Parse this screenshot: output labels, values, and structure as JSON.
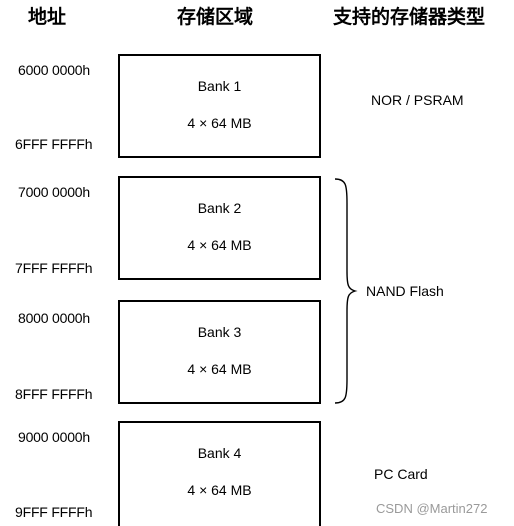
{
  "headers": {
    "address": "地址",
    "region": "存储区域",
    "memory_type": "支持的存储器类型"
  },
  "banks": [
    {
      "start": "6000 0000h",
      "end": "6FFF FFFFh",
      "name": "Bank 1",
      "size": "4 × 64 MB"
    },
    {
      "start": "7000 0000h",
      "end": "7FFF FFFFh",
      "name": "Bank 2",
      "size": "4 × 64 MB"
    },
    {
      "start": "8000 0000h",
      "end": "8FFF FFFFh",
      "name": "Bank 3",
      "size": "4 × 64 MB"
    },
    {
      "start": "9000 0000h",
      "end": "9FFF FFFFh",
      "name": "Bank 4",
      "size": "4 × 64 MB"
    }
  ],
  "memory_types": {
    "nor_psram": "NOR / PSRAM",
    "nand": "NAND Flash",
    "pc_card": "PC Card"
  },
  "watermark": "CSDN @Martin272"
}
